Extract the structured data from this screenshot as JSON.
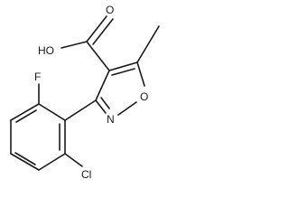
{
  "molecule": {
    "atoms": {
      "carboxyl_hydroxyl": "HO",
      "carboxyl_oxygen": "O",
      "ring_oxygen": "O",
      "ring_nitrogen": "N",
      "fluorine": "F",
      "chlorine": "Cl"
    }
  }
}
